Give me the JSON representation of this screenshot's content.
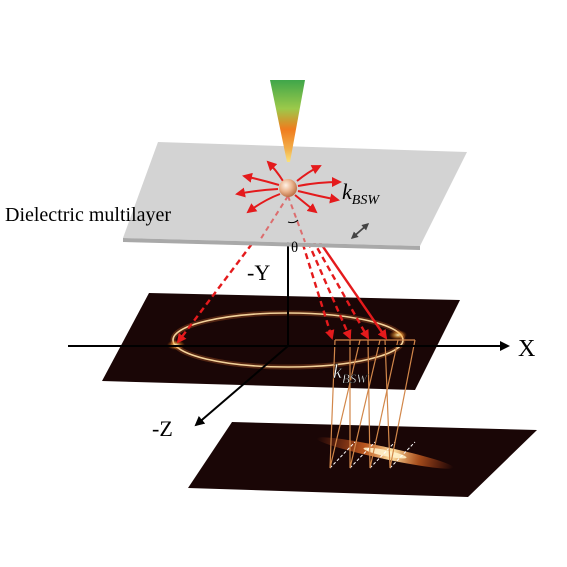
{
  "labels": {
    "multilayer": "Dielectric multilayer",
    "k_main": "k",
    "k_sub": "BSW",
    "theta": "θ",
    "axis_x": "X",
    "axis_neg_y": "-Y",
    "axis_neg_z": "-Z"
  },
  "colors": {
    "plate": "#d3d3d3",
    "plate_edge": "#a9a9a9",
    "dark_plane": "#1a0606",
    "ring": "#f3d29a",
    "arrow_red": "#e41a1c",
    "cone_orange": "#d2874a",
    "probe_top": "#3fa64a",
    "probe_mid": "#f07c1e",
    "probe_tip": "#fbe27a",
    "sphere": "#e7b08a"
  },
  "icons": {
    "probe": "tapered-fiber-probe-icon",
    "emitter": "nanoparticle-sphere-icon",
    "double_arrow": "double-headed-arrow-icon"
  }
}
